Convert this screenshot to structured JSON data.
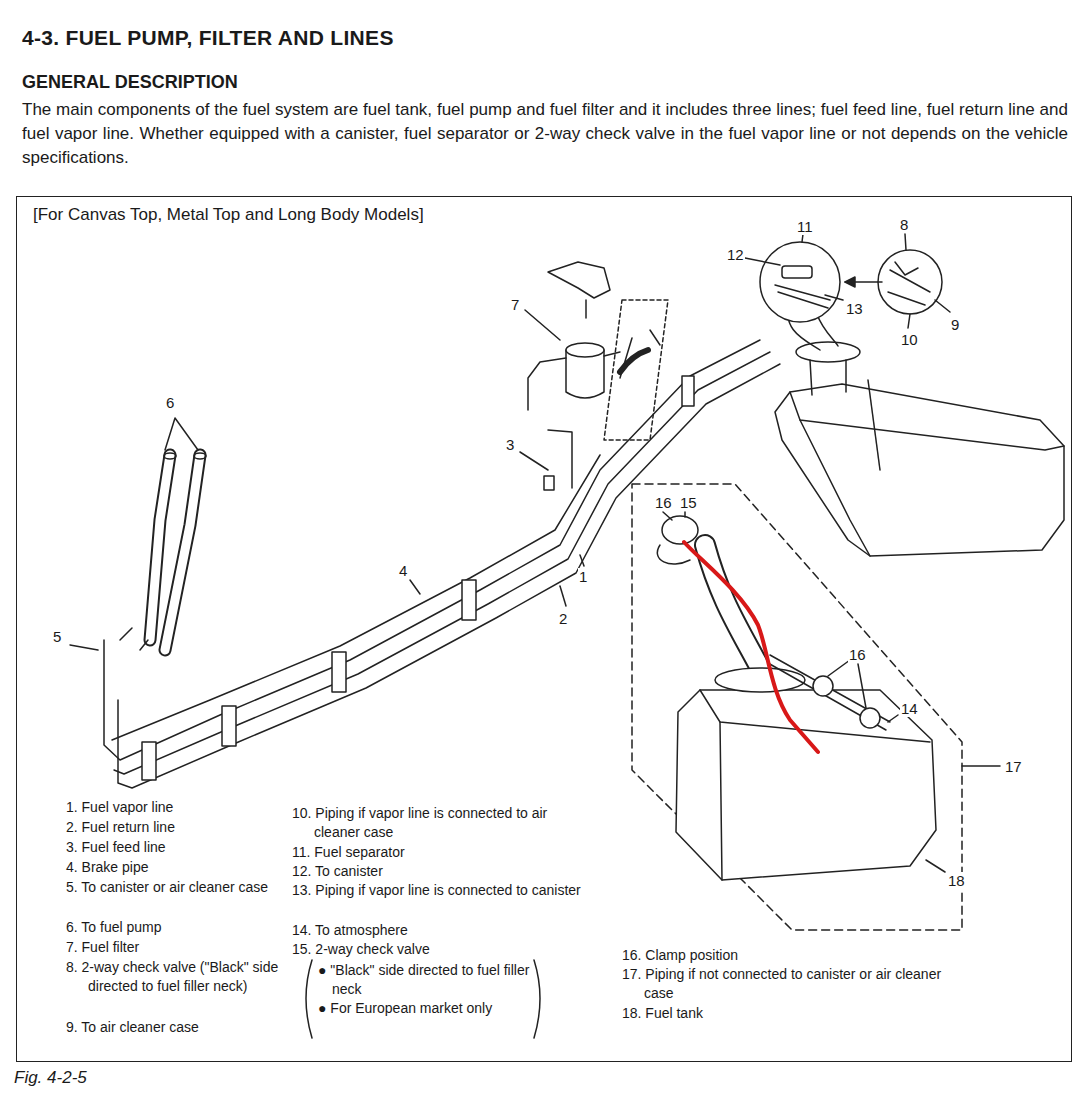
{
  "diagram": {
    "title": "4-3. FUEL PUMP, FILTER AND LINES",
    "caption": "Fig. 4-2-5",
    "nodes": [
      {
        "text": [
          "[For Canvas Top, Metal Top and Long Body Models]"
        ]
      }
    ],
    "labels": [
      "GENERAL DESCRIPTION",
      "The main components of the fuel system are fuel tank, fuel pump and fuel filter and it includes three lines; fuel feed line, fuel return line and fuel vapor line. Whether equipped with a canister, fuel separator or 2-way check valve in the fuel vapor line or not depends on the vehicle specifications.",
      "11",
      "8",
      "12",
      "13",
      "9",
      "10",
      "7",
      "6",
      "3",
      "4",
      "1",
      "2",
      "5",
      "16",
      "15",
      "16",
      "14",
      "17",
      "18",
      "1. Fuel vapor line",
      "2. Fuel return line",
      "3. Fuel feed line",
      "4. Brake pipe",
      "5. To canister or air cleaner case",
      "6. To fuel pump",
      "7. Fuel filter",
      "8. 2-way check valve (\"Black\" side directed to fuel filler neck)",
      "9. To air cleaner case",
      "10. Piping if vapor line is connected to air cleaner case",
      "11. Fuel separator",
      "12. To canister",
      "13. Piping if vapor line is connected to canister",
      "14. To atmosphere",
      "15. 2-way check valve",
      "● \"Black\" side directed to fuel filler neck",
      "● For European market only",
      "16. Clamp position",
      "17. Piping if not connected to canister or air cleaner case",
      "18. Fuel tank"
    ]
  }
}
